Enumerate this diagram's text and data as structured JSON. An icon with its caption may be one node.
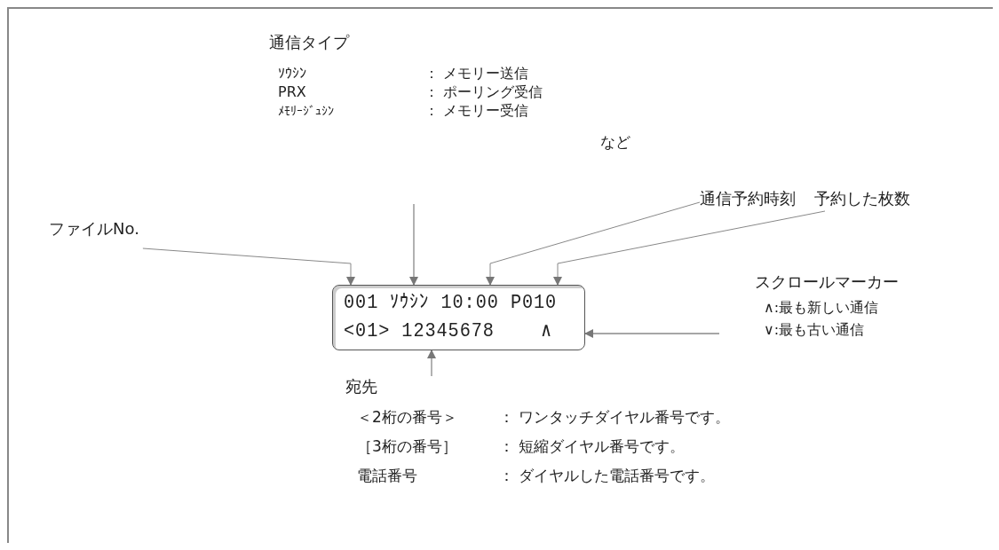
{
  "diagram": {
    "nodes": [
      {
        "text": [
          "通信タイプ"
        ]
      },
      {
        "text": [
          "ファイルNo."
        ]
      },
      {
        "text": [
          "通信予約時刻"
        ]
      },
      {
        "text": [
          "予約した枚数"
        ]
      },
      {
        "text": [
          "001 ｿｳｼﾝ 10:00 P010",
          "<01> 12345678    ∧"
        ]
      },
      {
        "text": [
          "スクロールマーカー",
          "∧:最も新しい通信",
          "∨:最も古い通信"
        ]
      },
      {
        "text": [
          "宛先"
        ]
      }
    ],
    "edges": [
      {
        "from": 1,
        "to": 4,
        "arrow": "to"
      },
      {
        "from": 0,
        "to": 4,
        "arrow": "to"
      },
      {
        "from": 2,
        "to": 4,
        "arrow": "to"
      },
      {
        "from": 3,
        "to": 4,
        "arrow": "to"
      },
      {
        "from": 5,
        "to": 4,
        "arrow": "to"
      },
      {
        "from": 6,
        "to": 4,
        "arrow": "to"
      }
    ],
    "labels": [
      "ｿｳｼﾝ",
      "： メモリー送信",
      "PRX",
      "： ポーリング受信",
      "ﾒﾓﾘｰｼﾞｭｼﾝ",
      "： メモリー受信",
      "など",
      "＜2桁の番号＞",
      "： ワンタッチダイヤル番号です。",
      "［3桁の番号］",
      "： 短縮ダイヤル番号です。",
      "電話番号",
      "： ダイヤルした電話番号です。"
    ]
  }
}
